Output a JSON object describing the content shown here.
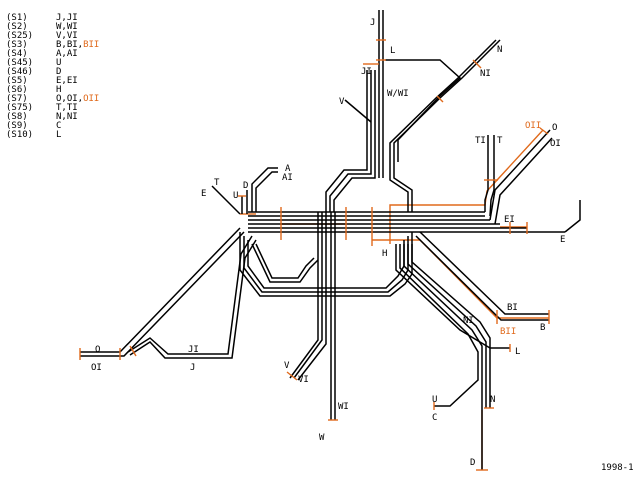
{
  "colors": {
    "line": "#000000",
    "accent": "#e06a1c",
    "background": "#ffffff"
  },
  "legend": [
    {
      "code": "(S1)",
      "lines": "J,JI",
      "extra": ""
    },
    {
      "code": "(S2)",
      "lines": "W,WI",
      "extra": ""
    },
    {
      "code": "(S25)",
      "lines": "V,VI",
      "extra": ""
    },
    {
      "code": "(S3)",
      "lines": "B,BI,",
      "extra": "BII"
    },
    {
      "code": "(S4)",
      "lines": "A,AI",
      "extra": ""
    },
    {
      "code": "(S45)",
      "lines": "U",
      "extra": ""
    },
    {
      "code": "(S46)",
      "lines": "D",
      "extra": ""
    },
    {
      "code": "(S5)",
      "lines": "E,EI",
      "extra": ""
    },
    {
      "code": "(S6)",
      "lines": "H",
      "extra": ""
    },
    {
      "code": "(S7)",
      "lines": "O,OI,",
      "extra": "OII"
    },
    {
      "code": "(S75)",
      "lines": "T,TI",
      "extra": ""
    },
    {
      "code": "(S8)",
      "lines": "N,NI",
      "extra": ""
    },
    {
      "code": "(S9)",
      "lines": "C",
      "extra": ""
    },
    {
      "code": "(S10)",
      "lines": "L",
      "extra": ""
    }
  ],
  "map_labels": {
    "j_top": "J",
    "l_top": "L",
    "n_top": "N",
    "ni_top": "NI",
    "ji": "JI",
    "wwi": "W/WI",
    "v_top": "V",
    "oii": "OII",
    "o_top": "O",
    "oi_top": "OI",
    "ti_top": "TI",
    "t_top": "T",
    "a": "A",
    "ai": "AI",
    "t_left": "T",
    "e_left": "E",
    "u_left": "U",
    "d_left": "D",
    "ei": "EI",
    "e_right": "E",
    "h": "H",
    "bi": "BI",
    "bii": "BII",
    "b": "B",
    "ni_bottom": "NI",
    "l_bottom": "L",
    "o_bottom": "O",
    "oi_bottom": "OI",
    "ji_bottom": "JI",
    "j_bottom": "J",
    "v_bottom": "V",
    "vi_bottom": "VI",
    "wi_bottom": "WI",
    "w_bottom": "W",
    "u_bottom": "U",
    "c_bottom": "C",
    "n_bottom": "N",
    "d_bottom": "D"
  },
  "footer": {
    "version": "1998-1"
  }
}
